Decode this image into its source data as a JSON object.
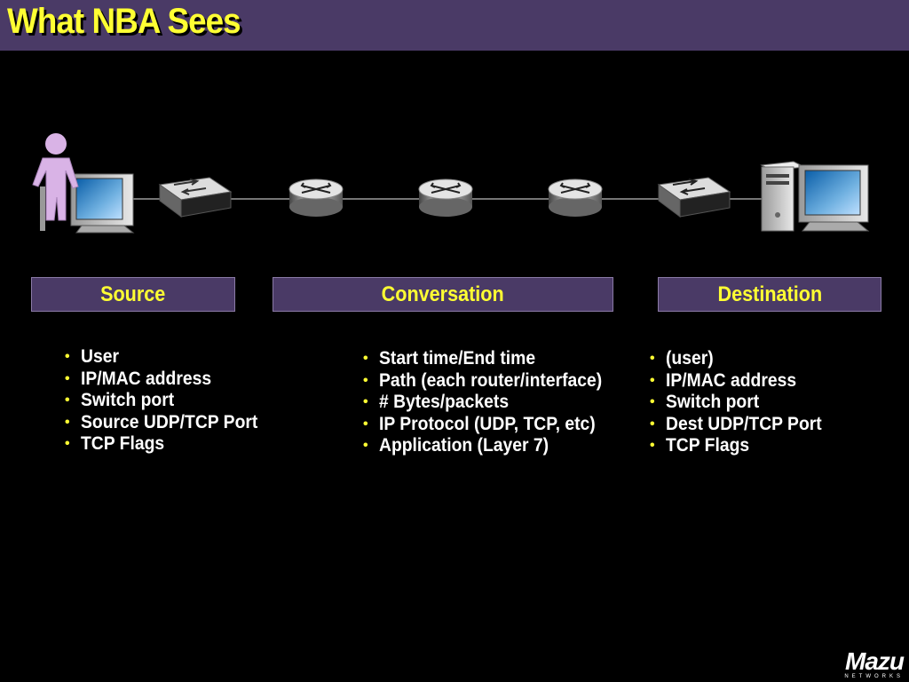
{
  "title": "What NBA Sees",
  "sections": [
    {
      "label": "Source",
      "items": [
        "User",
        "IP/MAC address",
        "Switch port",
        "Source UDP/TCP Port",
        "TCP Flags"
      ]
    },
    {
      "label": "Conversation",
      "items": [
        "Start time/End time",
        "Path (each router/interface)",
        "# Bytes/packets",
        "IP Protocol (UDP, TCP, etc)",
        "Application (Layer 7)"
      ]
    },
    {
      "label": "Destination",
      "items": [
        "(user)",
        "IP/MAC address",
        "Switch port",
        "Dest UDP/TCP Port",
        "TCP Flags"
      ]
    }
  ],
  "bullet_glyph": "•",
  "colors": {
    "title": "#ffff33",
    "header_bg": "#4a3a66",
    "background": "#000000"
  },
  "diagram": {
    "nodes": [
      "user-workstation-icon",
      "switch-icon",
      "router-icon",
      "router-icon",
      "router-icon",
      "switch-icon",
      "server-workstation-icon"
    ]
  },
  "logo": {
    "name": "Mazu",
    "sub": "NETWORKS"
  }
}
